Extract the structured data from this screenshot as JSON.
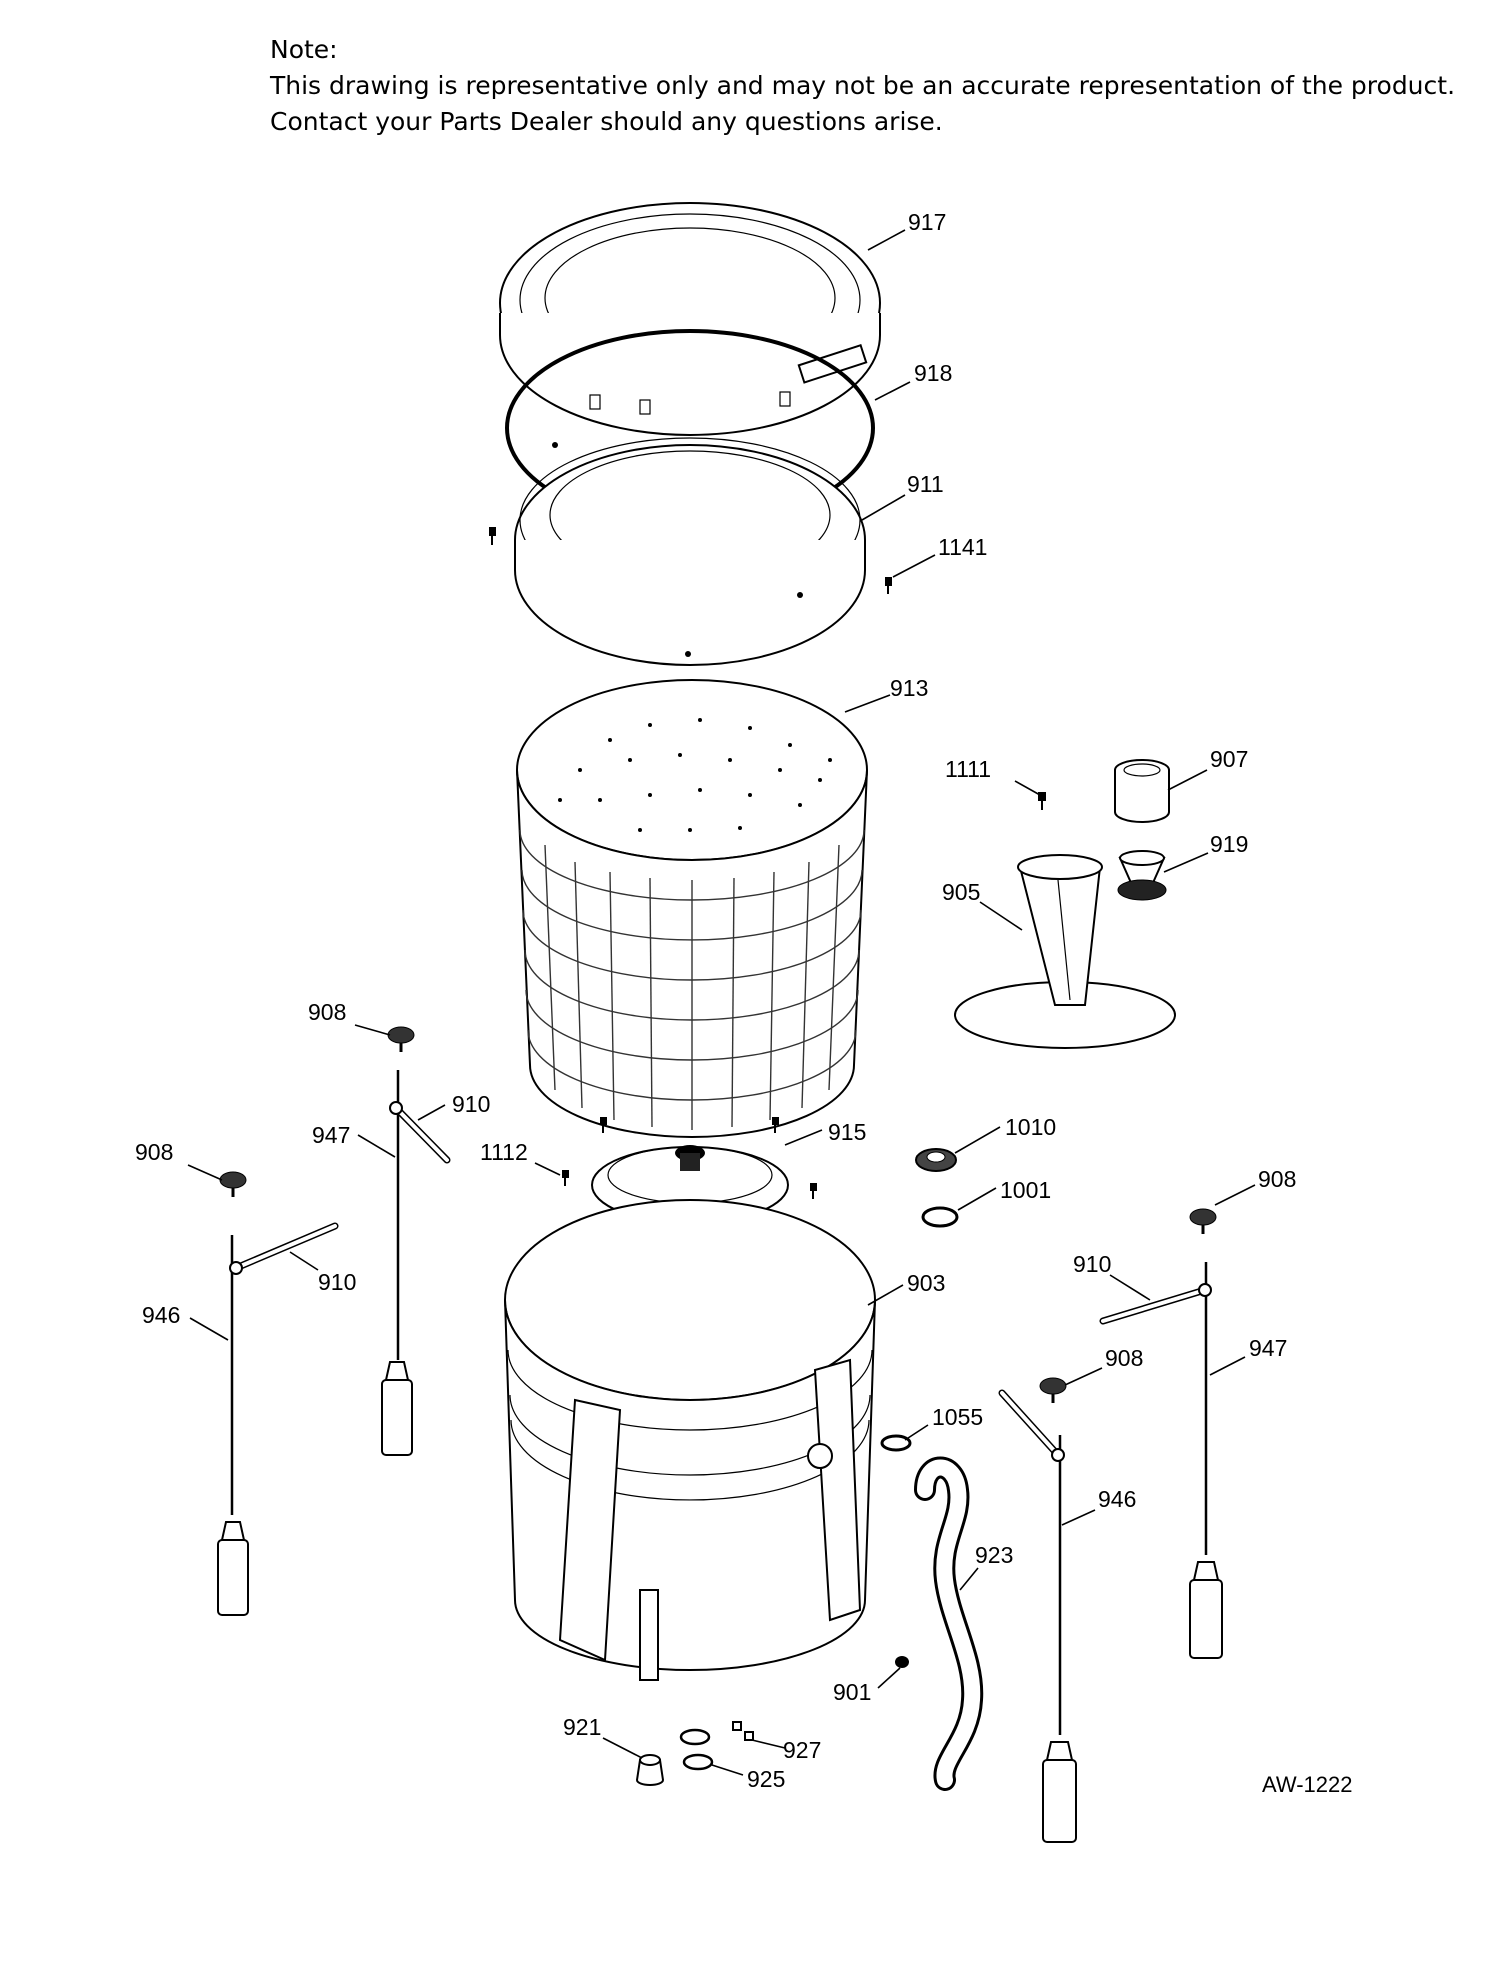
{
  "note": {
    "heading": "Note:",
    "line1": "This drawing is representative only and may not be an accurate representation of the product.",
    "line2": "Contact your Parts Dealer should any questions arise."
  },
  "drawing_code": "AW-1222",
  "parts": [
    {
      "id": "917"
    },
    {
      "id": "918"
    },
    {
      "id": "911"
    },
    {
      "id": "1141"
    },
    {
      "id": "913"
    },
    {
      "id": "1111"
    },
    {
      "id": "907"
    },
    {
      "id": "919"
    },
    {
      "id": "905"
    },
    {
      "id": "908"
    },
    {
      "id": "910"
    },
    {
      "id": "947"
    },
    {
      "id": "1112"
    },
    {
      "id": "915"
    },
    {
      "id": "1010"
    },
    {
      "id": "1001"
    },
    {
      "id": "908"
    },
    {
      "id": "910"
    },
    {
      "id": "946"
    },
    {
      "id": "903"
    },
    {
      "id": "908"
    },
    {
      "id": "910"
    },
    {
      "id": "947"
    },
    {
      "id": "908"
    },
    {
      "id": "1055"
    },
    {
      "id": "946"
    },
    {
      "id": "923"
    },
    {
      "id": "901"
    },
    {
      "id": "921"
    },
    {
      "id": "927"
    },
    {
      "id": "925"
    }
  ]
}
